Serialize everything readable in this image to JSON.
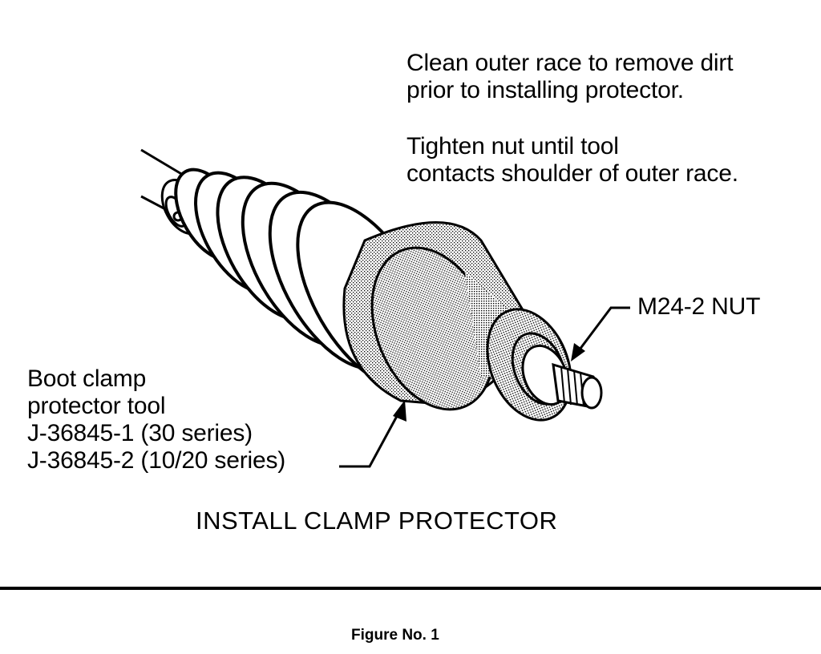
{
  "notes": {
    "clean_line1": "Clean outer race to remove dirt",
    "clean_line2": "prior to installing protector.",
    "tighten_line1": "Tighten nut until tool",
    "tighten_line2": "contacts shoulder of outer race."
  },
  "labels": {
    "nut": "M24-2 NUT",
    "tool_line1": "Boot clamp",
    "tool_line2": "protector tool",
    "tool_line3": "J-36845-1 (30 series)",
    "tool_line4": "J-36845-2 (10/20 series)"
  },
  "caption": "INSTALL CLAMP PROTECTOR",
  "figure_number": "Figure No. 1"
}
